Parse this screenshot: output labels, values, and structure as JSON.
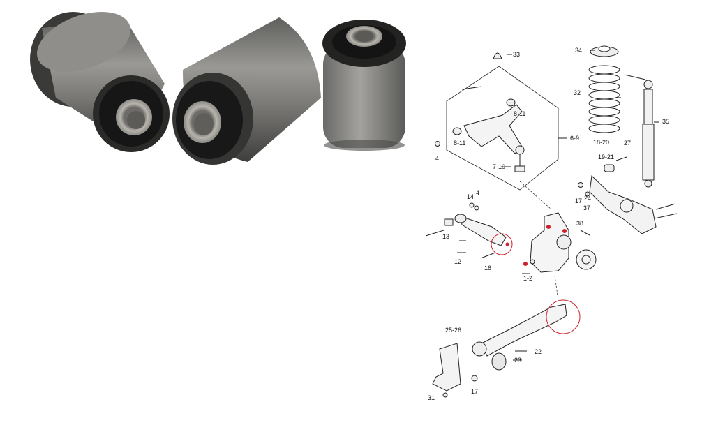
{
  "photo": {
    "icon_names": [
      "bushing-large-flanged-icon",
      "bushing-large-icon",
      "bushing-small-icon"
    ],
    "colors": {
      "metal": "#7d7d7b",
      "rubber": "#1c1c1c",
      "sleeve": "#9a9894"
    }
  },
  "diagram": {
    "labels": {
      "l33": "33",
      "l34": "34",
      "l32": "32",
      "l35": "35",
      "l8_11_top": "8-11",
      "l8_11_left": "8-11",
      "l6_9": "6-9",
      "l4_top": "4",
      "l7_10": "7-10",
      "l18_20": "18-20",
      "l19_21": "19-21",
      "l27": "27",
      "l17_mid": "17",
      "l24": "24",
      "l37": "37",
      "l38": "38",
      "l14": "14",
      "l4_mid": "4",
      "l13": "13",
      "l12": "12",
      "l16": "16",
      "l1_2": "1-2",
      "l25_26": "25-26",
      "l22": "22",
      "l23": "23",
      "l17_bottom": "17",
      "l31": "31"
    },
    "highlight_color": "#d0202a"
  }
}
